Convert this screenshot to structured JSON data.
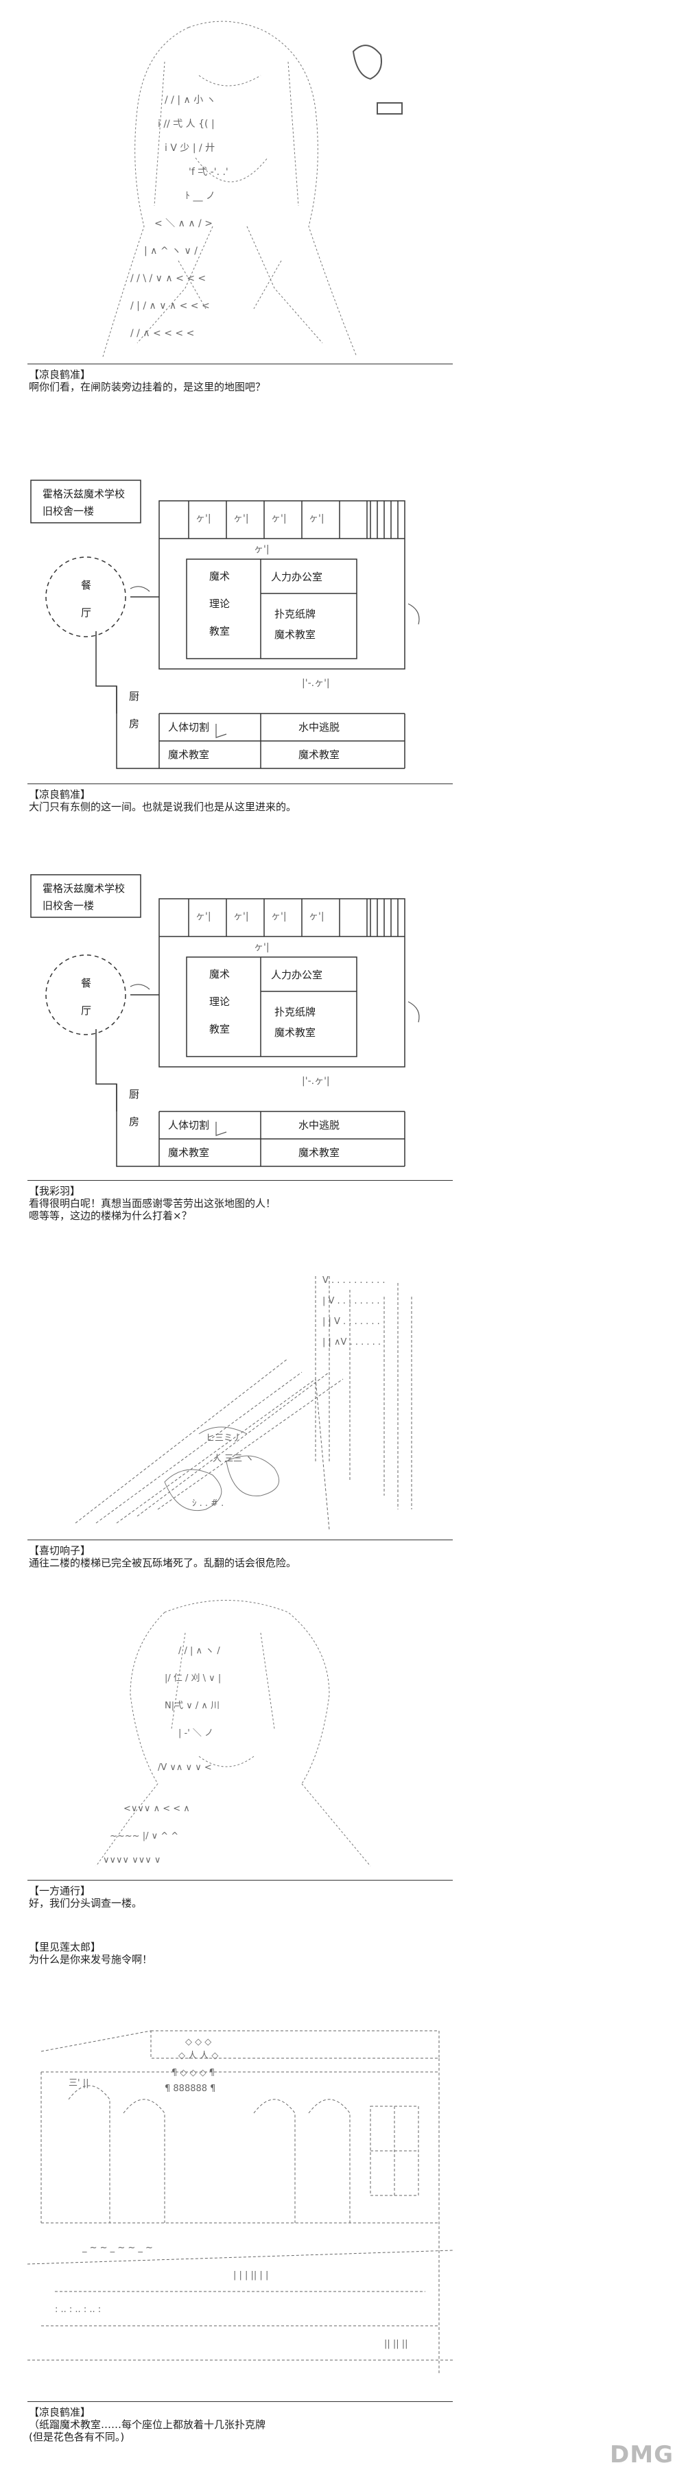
{
  "panels": [
    {
      "speaker": "【凉良鹤准】",
      "lines": [
        "啊你们看，在闸防装旁边挂着的，是这里的地图吧？"
      ]
    },
    {
      "speaker": "【凉良鹤准】",
      "lines": [
        "大门只有东侧的这一间。也就是说我们也是从这里进来的。"
      ]
    },
    {
      "speaker": "【我彩羽】",
      "lines": [
        "看得很明白呢！真想当面感谢零苦劳出这张地图的人！",
        "嗯等等，这边的楼梯为什么打着×？"
      ]
    },
    {
      "speaker": "【喜切响子】",
      "lines": [
        "通往二楼的楼梯已完全被瓦砾堵死了。乱翻的话会很危险。"
      ]
    },
    {
      "speaker": "【一方通行】",
      "lines": [
        "好，我们分头调查一楼。"
      ]
    },
    {
      "speaker": "【里见莲太郎】",
      "lines": [
        "为什么是你来发号施令啊！"
      ]
    },
    {
      "speaker": "【凉良鹤准】",
      "lines": [
        "（纸蹓魔术教室……每个座位上都放着十几张扑克牌",
        "(但是花色各有不同。)"
      ]
    }
  ],
  "map": {
    "title": "霍格沃兹魔术学校",
    "subtitle": "旧校舍一楼",
    "dining": [
      "餐",
      "厅"
    ],
    "kitchen": [
      "厨",
      "房"
    ],
    "magic_theory": [
      "魔术",
      "理论",
      "教室"
    ],
    "hr_office": "人力办公室",
    "poker": [
      "扑克纸牌",
      "魔术教室"
    ],
    "body_cut": [
      "人体切割",
      "魔术教室"
    ],
    "water_escape": [
      "水中逃脱",
      "魔术教室"
    ],
    "door_mark": "ヶ'|"
  },
  "logo": "DMG"
}
